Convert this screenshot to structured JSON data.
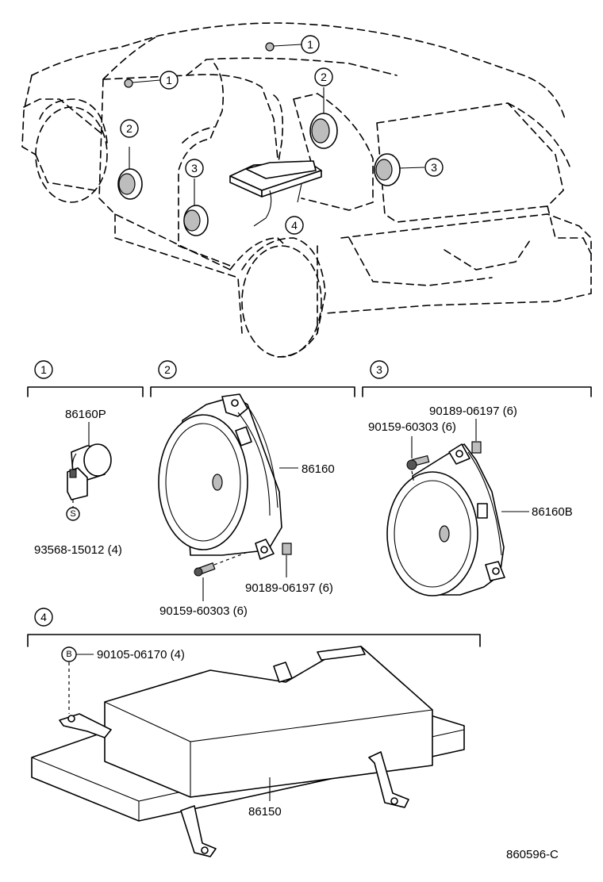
{
  "callouts": [
    "1",
    "2",
    "3",
    "4"
  ],
  "sections": [
    {
      "key": "1",
      "parts": [
        "86160P",
        "93568-15012 (4)"
      ],
      "symbol": "S"
    },
    {
      "key": "2",
      "parts": [
        "86160",
        "90189-06197 (6)",
        "90159-60303 (6)"
      ]
    },
    {
      "key": "3",
      "parts": [
        "90189-06197 (6)",
        "90159-60303 (6)",
        "86160B"
      ]
    },
    {
      "key": "4",
      "parts": [
        "90105-06170 (4)",
        "86150"
      ],
      "symbol": "B"
    }
  ],
  "diagram_id": "860596-C"
}
